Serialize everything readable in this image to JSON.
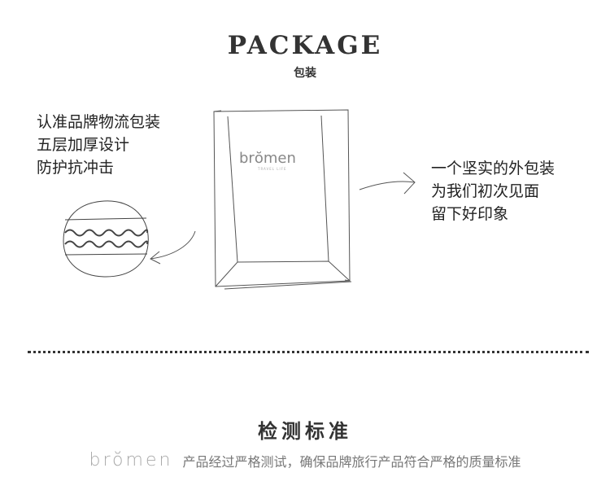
{
  "header": {
    "title_en": "PACKAGE",
    "title_cn": "包装"
  },
  "left_notes": [
    "认准品牌物流包装",
    "五层加厚设计",
    "防护抗冲击"
  ],
  "right_notes": [
    "一个坚实的外包装",
    "为我们初次见面",
    "留下好印象"
  ],
  "box": {
    "brand": "brŏmen",
    "tagline": "TRAVEL LIFE"
  },
  "standard": {
    "title": "检测标准",
    "brand": "brŏmen",
    "description": "产品经过严格测试，确保品牌旅行产品符合严格的质量标准"
  },
  "colors": {
    "text": "#333333",
    "sketch": "#555555",
    "muted": "#aaaaaa"
  }
}
